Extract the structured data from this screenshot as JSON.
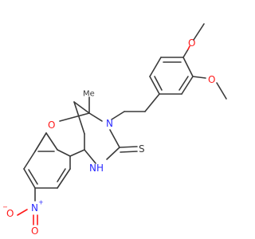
{
  "atoms": {
    "methoxy_o_top": "O",
    "methoxy_o_right": "O",
    "ring_o": "O",
    "amine_n": "N",
    "amide_nh": "NH",
    "thione_s": "S",
    "methyl": "Me",
    "nitro_n": "N",
    "nitro_plus": "+",
    "nitro_o_left": "O",
    "nitro_o_minus": "−",
    "nitro_o_bottom": "O"
  },
  "colors": {
    "bond": "#3a3a3a",
    "oxygen": "#ff1a1a",
    "nitrogen": "#2b2bff",
    "sulfur": "#3a3a3a"
  }
}
